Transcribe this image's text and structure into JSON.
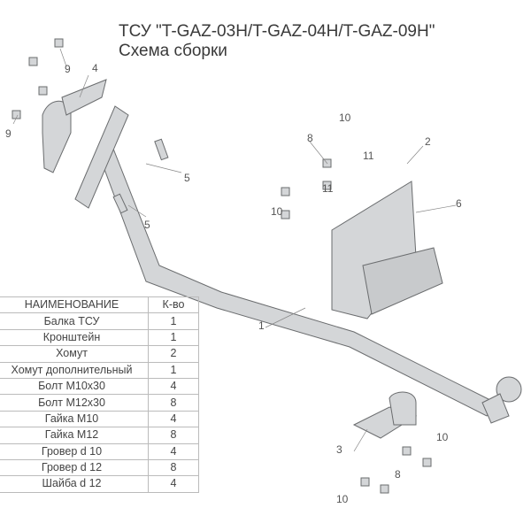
{
  "title": {
    "line1": "ТСУ \"T-GAZ-03H/T-GAZ-04H/T-GAZ-09H\"",
    "line2": "Схема сборки"
  },
  "callouts": [
    "1",
    "2",
    "3",
    "4",
    "5",
    "5",
    "6",
    "8",
    "8",
    "9",
    "9",
    "10",
    "10",
    "10",
    "10",
    "11",
    "11"
  ],
  "table": {
    "headers": [
      "НАИМЕНОВАНИЕ",
      "К-во"
    ],
    "rows": [
      {
        "name": "Балка ТСУ",
        "qty": "1"
      },
      {
        "name": "Кронштейн",
        "qty": "1"
      },
      {
        "name": "Хомут",
        "qty": "2"
      },
      {
        "name": "Хомут дополнительный",
        "qty": "1"
      },
      {
        "name": "Болт М10х30",
        "qty": "4"
      },
      {
        "name": "Болт М12х30",
        "qty": "8"
      },
      {
        "name": "Гайка  М10",
        "qty": "4"
      },
      {
        "name": "Гайка М12",
        "qty": "8"
      },
      {
        "name": "Гровер d 10",
        "qty": "4"
      },
      {
        "name": "Гровер d 12",
        "qty": "8"
      },
      {
        "name": "Шайба d 12",
        "qty": "4"
      }
    ]
  },
  "colors": {
    "part_fill": "#d4d6d8",
    "part_stroke": "#6a6c6e"
  }
}
